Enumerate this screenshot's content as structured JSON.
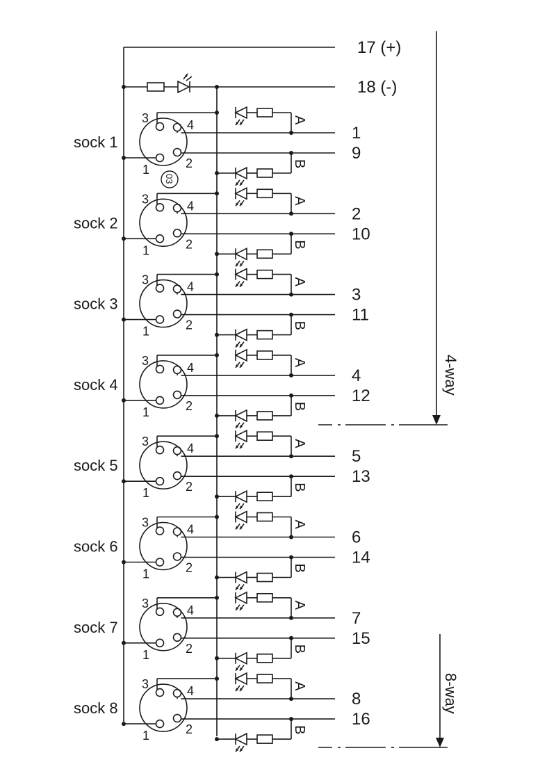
{
  "colors": {
    "ink": "#1a1a1a",
    "background": "#ffffff"
  },
  "power": {
    "plus_label": "17 (+)",
    "minus_label": "18 (-)"
  },
  "sockets": [
    {
      "label": "sock 1",
      "terminal_a": "1",
      "terminal_b": "9"
    },
    {
      "label": "sock 2",
      "terminal_a": "2",
      "terminal_b": "10"
    },
    {
      "label": "sock 3",
      "terminal_a": "3",
      "terminal_b": "11"
    },
    {
      "label": "sock 4",
      "terminal_a": "4",
      "terminal_b": "12"
    },
    {
      "label": "sock 5",
      "terminal_a": "5",
      "terminal_b": "13"
    },
    {
      "label": "sock 6",
      "terminal_a": "6",
      "terminal_b": "14"
    },
    {
      "label": "sock 7",
      "terminal_a": "7",
      "terminal_b": "15"
    },
    {
      "label": "sock 8",
      "terminal_a": "8",
      "terminal_b": "16"
    }
  ],
  "pin_labels": {
    "p1": "1",
    "p2": "2",
    "p3": "3",
    "p4": "4"
  },
  "channel_labels": {
    "a": "A",
    "b": "B"
  },
  "connector_code": "03",
  "versions": {
    "four_way": "4-way",
    "eight_way": "8-way"
  }
}
